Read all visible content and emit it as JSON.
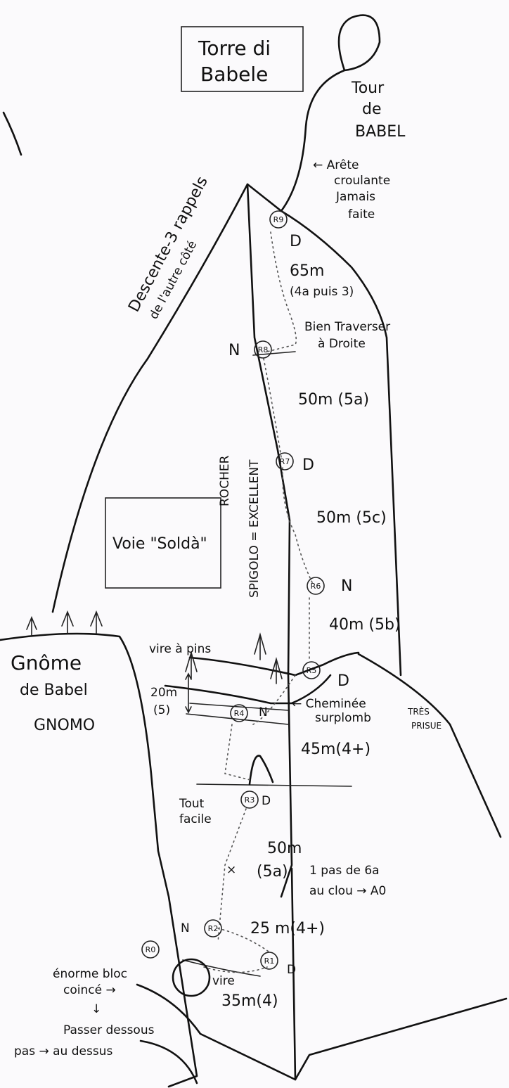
{
  "title_box": {
    "line1": "Torre di",
    "line2": "Babele"
  },
  "tour": {
    "line1": "Tour",
    "line2": "de",
    "line3": "BABEL"
  },
  "arete": {
    "line1": "← Arête",
    "line2": "croulante",
    "line3": "Jamais",
    "line4": "faite"
  },
  "descente": {
    "line1": "Descente-3 rappels",
    "line2": "de l'autre côté"
  },
  "route_name": "Voie \"Soldà\"",
  "rock_note": {
    "line1": "ROCHER",
    "line2": "SPIGOLO = EXCELLENT"
  },
  "gnome": {
    "line1": "Gnôme",
    "line2": "de Babel",
    "line3": "GNOMO"
  },
  "belays": [
    "R0",
    "R1",
    "R2",
    "R3",
    "R4",
    "R5",
    "R6",
    "R7",
    "R8",
    "R9"
  ],
  "pitches": {
    "p9": {
      "length": "65m",
      "grade": "(4a puis 3)",
      "note1": "Bien Traverser",
      "note2": "à Droite",
      "mark": "D"
    },
    "p8": {
      "length": "50m (5a)",
      "mark": "N"
    },
    "p7": {
      "length": "50m (5c)",
      "mark": "D"
    },
    "p6": {
      "length": "40m (5b)",
      "mark": "N"
    },
    "p5": {
      "length": "20m",
      "grade": "(5)",
      "mark": "D",
      "ledge": "vire à pins"
    },
    "p4": {
      "length": "45m(4+)",
      "mark": "N",
      "note1": "← Cheminée",
      "note2": "surplomb",
      "note3": "TRÈS",
      "note4": "PRISUE"
    },
    "p3": {
      "length": "50m",
      "grade": "(5a)",
      "mark": "D",
      "note1": "Tout",
      "note2": "facile",
      "aside1": "1 pas de 6a",
      "aside2": "au clou → A0"
    },
    "p2": {
      "length": "25 m(4+)",
      "mark": "N"
    },
    "p1": {
      "length": "35m(4)",
      "mark": "D",
      "ledge": "vire"
    }
  },
  "start_note": {
    "line1": "énorme bloc",
    "line2": "coincé →",
    "arrow": "↓",
    "line3": "Passer dessous",
    "line4": "pas → au dessus"
  }
}
